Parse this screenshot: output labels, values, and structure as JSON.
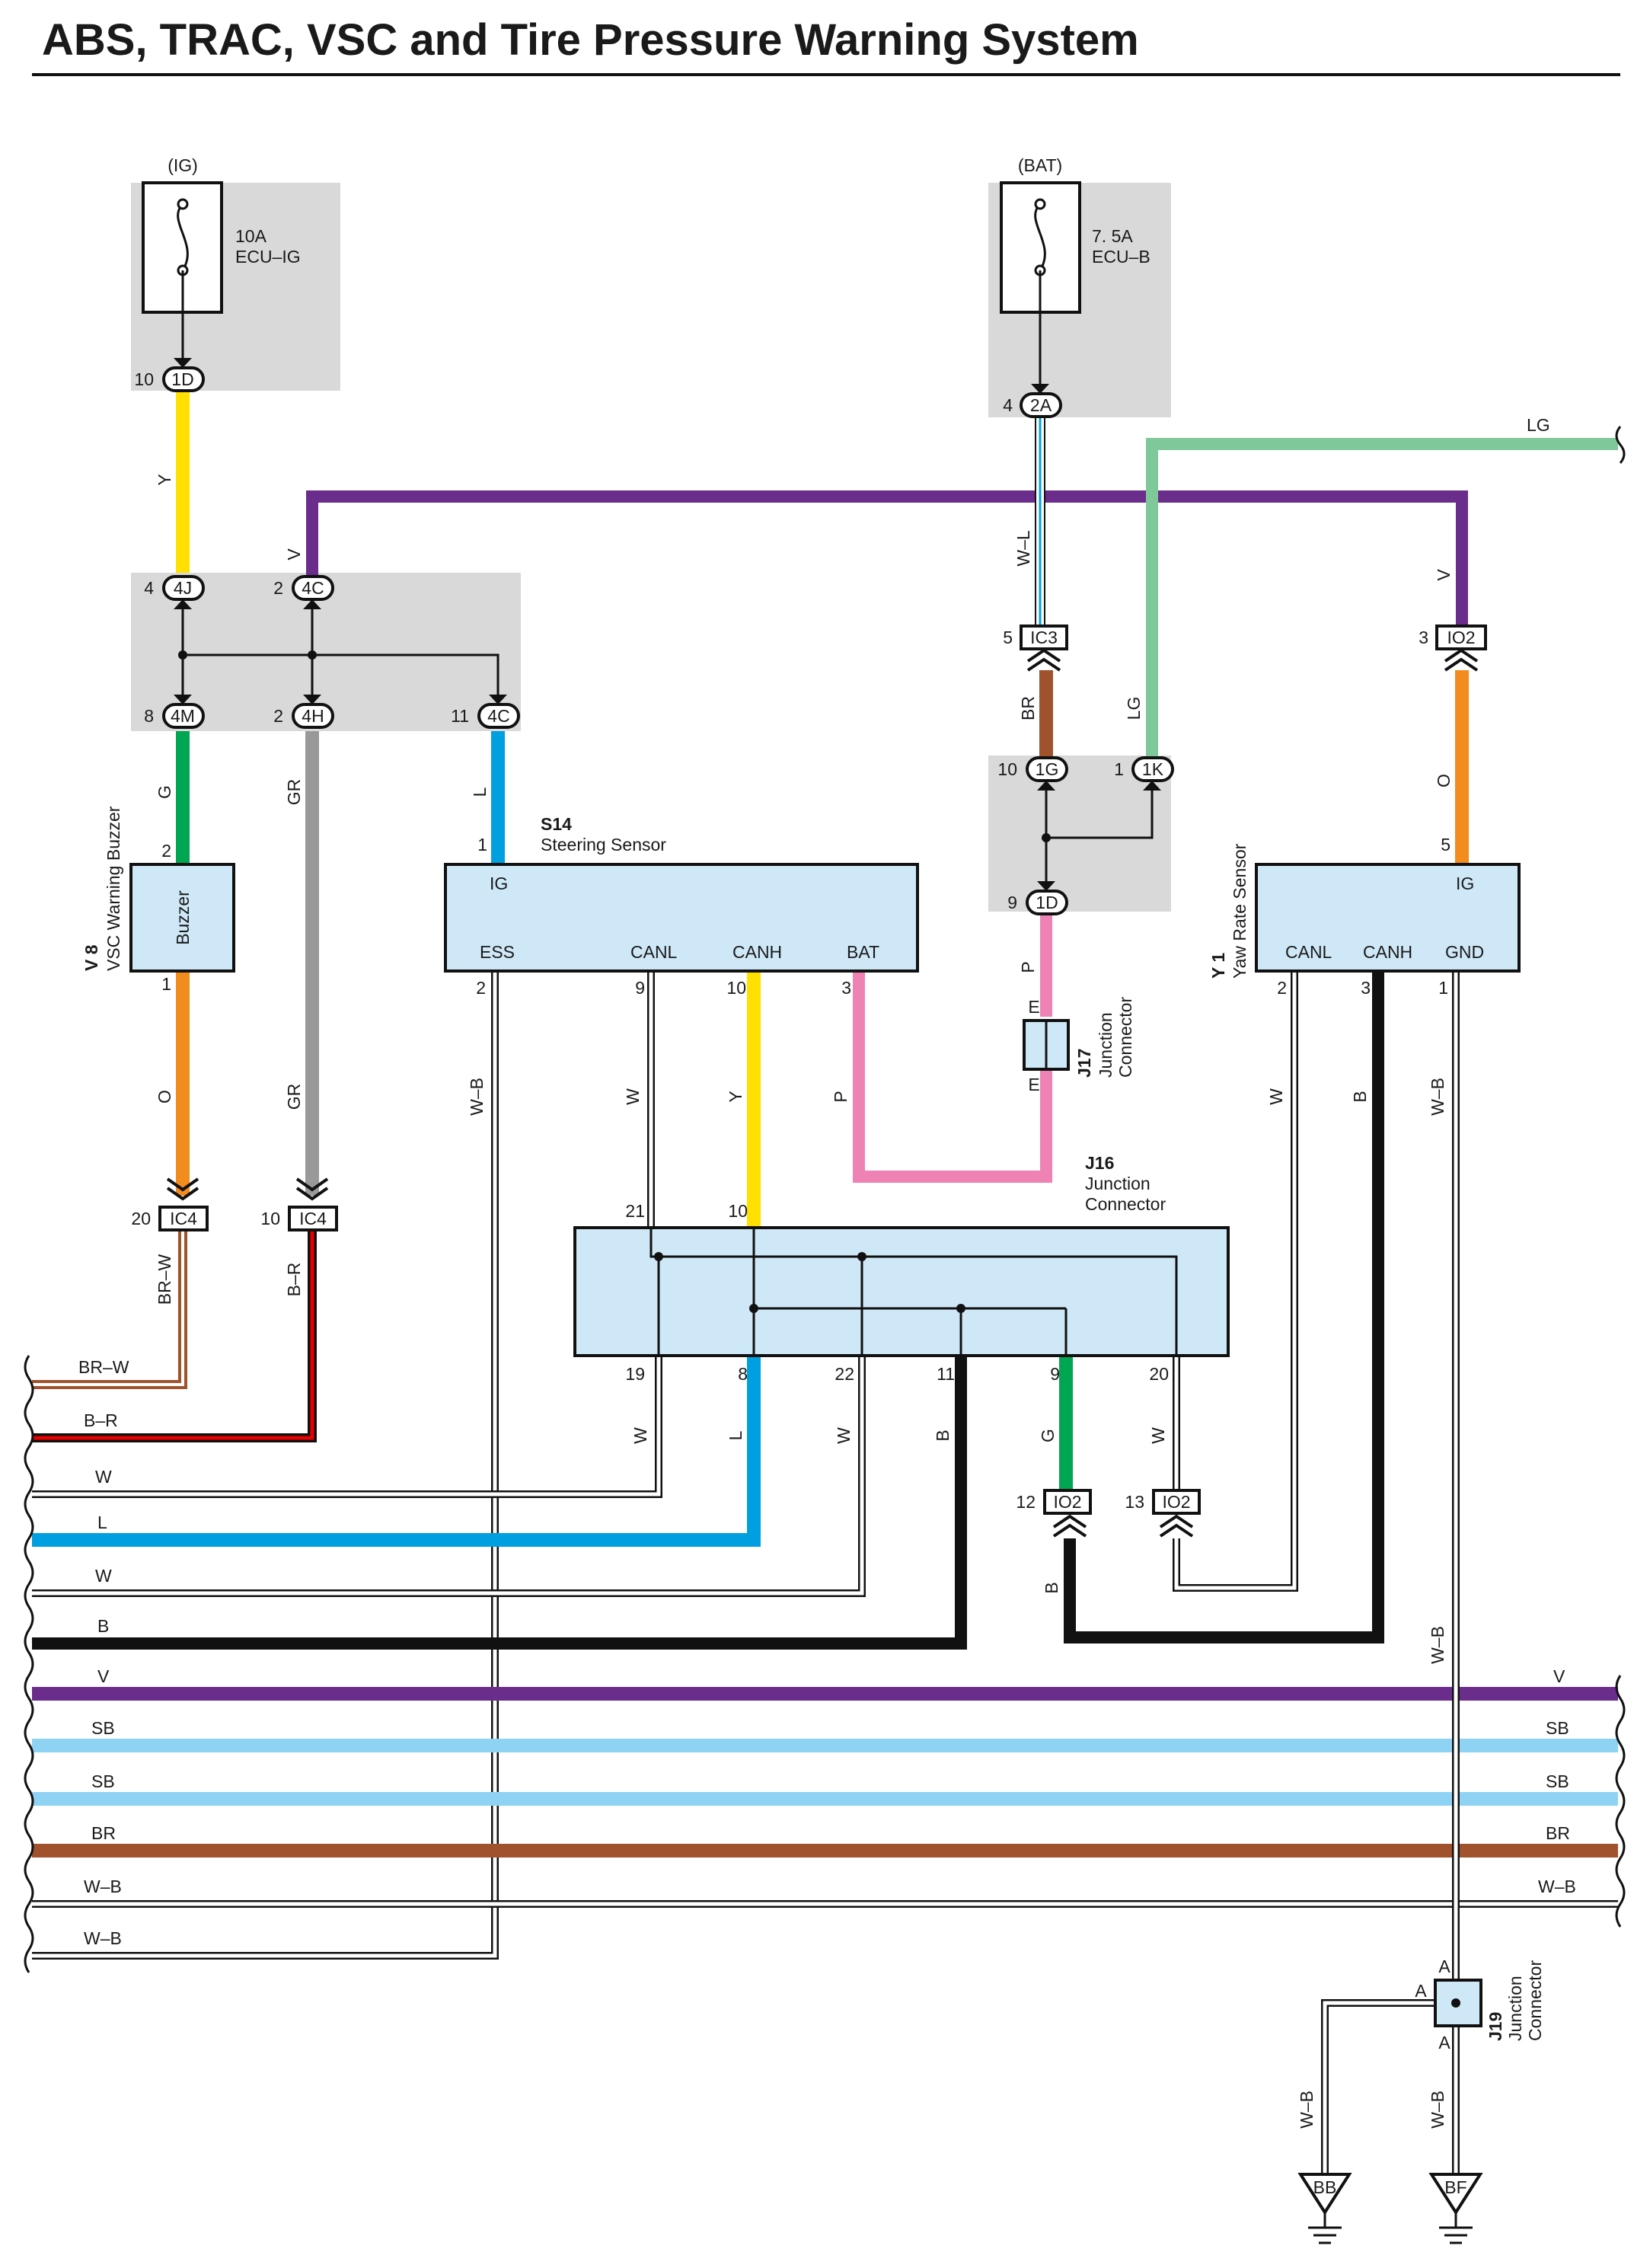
{
  "title": "ABS, TRAC, VSC and Tire Pressure Warning System",
  "colors": {
    "Y": "#ffe000",
    "V": "#6a2d8c",
    "G": "#00a651",
    "GR": "#999999",
    "L": "#00a0e0",
    "O": "#f28c1e",
    "BR": "#a0522d",
    "LG": "#7fc89a",
    "P": "#ee82b4",
    "B": "#111111",
    "SB": "#8fd3f4",
    "W": "#ffffff",
    "shade": "#d9d9d9",
    "component": "#cfe8f7"
  },
  "fuses": [
    {
      "supply": "(IG)",
      "rating": "10A",
      "name": "ECU–IG"
    },
    {
      "supply": "(BAT)",
      "rating": "7. 5A",
      "name": "ECU–B"
    }
  ],
  "connectors": {
    "c1D_top": {
      "pin": "10",
      "id": "1D"
    },
    "c2A": {
      "pin": "4",
      "id": "2A"
    },
    "c4J": {
      "pin": "4",
      "id": "4J"
    },
    "c4C_top": {
      "pin": "2",
      "id": "4C"
    },
    "c4M": {
      "pin": "8",
      "id": "4M"
    },
    "c4H": {
      "pin": "2",
      "id": "4H"
    },
    "c4C_bot": {
      "pin": "11",
      "id": "4C"
    },
    "cIC3": {
      "pin": "5",
      "id": "IC3"
    },
    "cIO2_top": {
      "pin": "3",
      "id": "IO2"
    },
    "c1G": {
      "pin": "10",
      "id": "1G"
    },
    "c1K": {
      "pin": "1",
      "id": "1K"
    },
    "c1D_mid": {
      "pin": "9",
      "id": "1D"
    },
    "cIC4_a": {
      "pin": "20",
      "id": "IC4"
    },
    "cIC4_b": {
      "pin": "10",
      "id": "IC4"
    },
    "cIO2_12": {
      "pin": "12",
      "id": "IO2"
    },
    "cIO2_13": {
      "pin": "13",
      "id": "IO2"
    }
  },
  "components": {
    "buzzer": {
      "code": "V 8",
      "name": "VSC Warning Buzzer",
      "inner": "Buzzer",
      "pin_top": "2",
      "pin_bot": "1"
    },
    "steering": {
      "code": "S14",
      "name": "Steering Sensor",
      "pin_ig": "1",
      "ig": "IG",
      "terms": [
        "ESS",
        "CANL",
        "CANH",
        "BAT"
      ],
      "pins": [
        "2",
        "9",
        "10",
        "3"
      ]
    },
    "yaw": {
      "code": "Y 1",
      "name": "Yaw Rate Sensor",
      "pin_ig": "5",
      "ig": "IG",
      "terms": [
        "CANL",
        "CANH",
        "GND"
      ],
      "pins": [
        "2",
        "3",
        "1"
      ]
    },
    "j16": {
      "code": "J16",
      "name1": "Junction",
      "name2": "Connector",
      "top_pins": [
        "21",
        "10"
      ],
      "bot_pins": [
        "19",
        "8",
        "22",
        "11",
        "9",
        "20"
      ]
    },
    "j17": {
      "code": "J17",
      "name1": "Junction",
      "name2": "Connector",
      "pin_top": "E",
      "pin_bot": "E"
    },
    "j19": {
      "code": "J19",
      "name1": "Junction",
      "name2": "Connector",
      "pin_top": "A",
      "pin_left": "A",
      "pin_bot": "A"
    }
  },
  "wire_labels": {
    "y1": "Y",
    "v1": "V",
    "g1": "G",
    "gr1": "GR",
    "l1": "L",
    "o1": "O",
    "gr2": "GR",
    "wb1": "W–B",
    "w1": "W",
    "y2": "Y",
    "p1": "P",
    "wl": "W–L",
    "br1": "BR",
    "lg1": "LG",
    "lg2": "LG",
    "p2": "P",
    "v2": "V",
    "o2": "O",
    "w2": "W",
    "b1": "B",
    "wb2": "W–B",
    "brw": "BR–W",
    "br_r": "B–R",
    "w3": "W",
    "l2": "L",
    "w4": "W",
    "b2": "B",
    "g2": "G",
    "w5": "W",
    "b3": "B",
    "wb3": "W–B",
    "wb4": "W–B",
    "wb5": "W–B"
  },
  "harness_left": [
    "BR–W",
    "B–R",
    "W",
    "L",
    "W",
    "B",
    "V",
    "SB",
    "SB",
    "BR",
    "W–B",
    "W–B"
  ],
  "harness_right": [
    "V",
    "SB",
    "SB",
    "BR",
    "W–B"
  ],
  "grounds": [
    "BB",
    "BF"
  ]
}
